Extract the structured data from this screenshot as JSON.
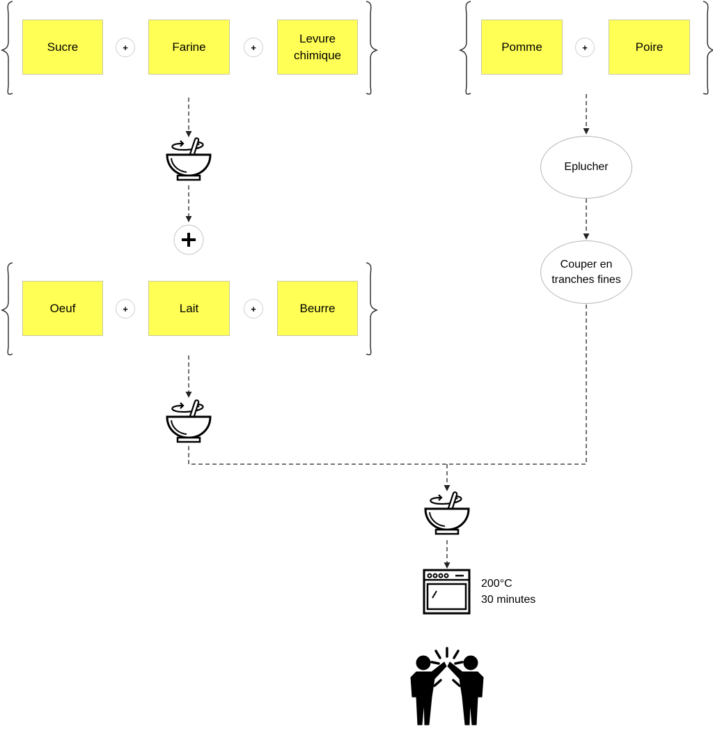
{
  "group1": {
    "items": [
      "Sucre",
      "Farine",
      "Levure chimique"
    ]
  },
  "group2": {
    "items": [
      "Pomme",
      "Poire"
    ]
  },
  "group3": {
    "items": [
      "Oeuf",
      "Lait",
      "Beurre"
    ]
  },
  "operators": {
    "small_plus": "+"
  },
  "steps": {
    "peel": "Eplucher",
    "slice": "Couper en tranches fines"
  },
  "oven": {
    "temperature": "200°C",
    "duration": "30 minutes"
  },
  "icons": {
    "bowl": "mixing-bowl-icon",
    "plus": "plus-circle-icon",
    "oven": "oven-icon",
    "celebration": "high-five-icon"
  },
  "colors": {
    "note_fill": "#ffff55",
    "line": "#333333"
  }
}
